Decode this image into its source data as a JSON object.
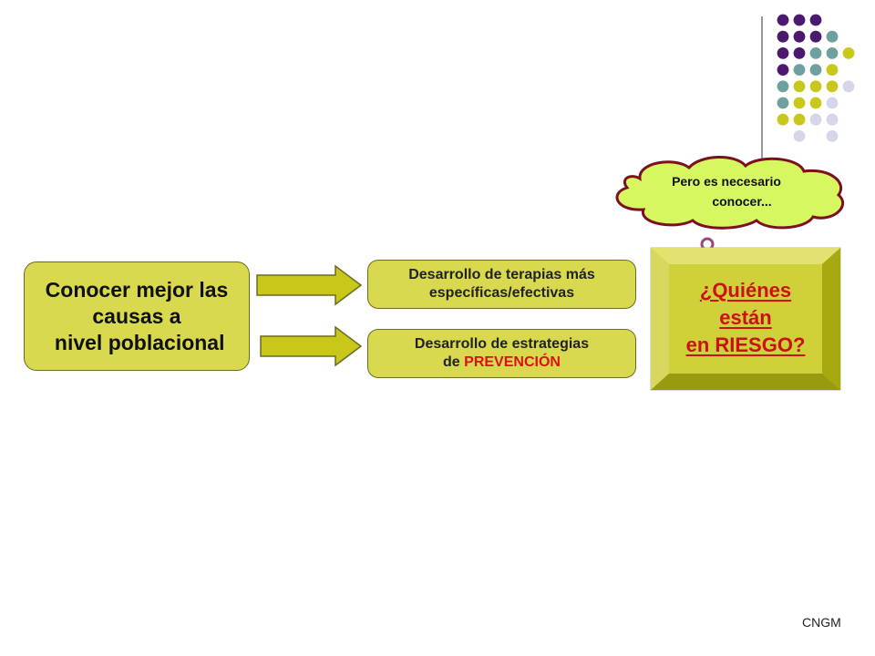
{
  "colors": {
    "purple": "#4b1a6e",
    "teal": "#6fa0a0",
    "olive": "#c8c81a",
    "lavender": "#d6d6ea",
    "box_fill": "#d9d94f",
    "cloud_fill": "#d6f760",
    "cloud_border": "#7a1020",
    "accent_red": "#e01010"
  },
  "main_box": {
    "text": "Conocer mejor las\ncausas a\n nivel poblacional"
  },
  "outcomes": [
    {
      "line1": "Desarrollo de terapias más",
      "line2": "específicas/efectivas"
    },
    {
      "line1": "Desarrollo de estrategias",
      "line2_prefix": "de ",
      "line2_highlight": "PREVENCIÓN"
    }
  ],
  "thought_cloud": {
    "line1": "Pero es necesario",
    "line2": "conocer..."
  },
  "question_box": {
    "line1": "¿Quiénes",
    "line2": "están ",
    "line3": "en RIESGO?"
  },
  "footer": {
    "label": "CNGM"
  }
}
